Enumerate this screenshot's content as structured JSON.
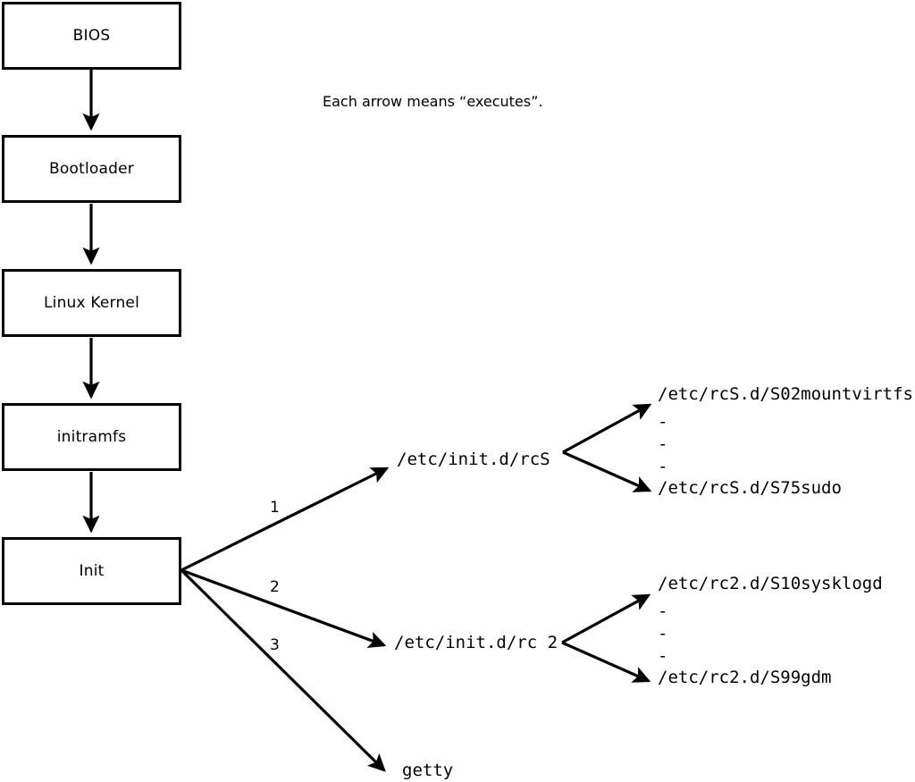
{
  "diagram": {
    "caption": "Each arrow means “executes”.",
    "boot_stages": [
      {
        "label": "BIOS"
      },
      {
        "label": "Bootloader"
      },
      {
        "label": "Linux Kernel"
      },
      {
        "label": "initramfs"
      },
      {
        "label": "Init"
      }
    ],
    "init_branches": [
      {
        "number": "1",
        "target": "/etc/init.d/rcS"
      },
      {
        "number": "2",
        "target": "/etc/init.d/rc 2"
      },
      {
        "number": "3",
        "target": "getty"
      }
    ],
    "rcs_scripts": {
      "first": "/etc/rcS.d/S02mountvirtfs",
      "ellipsis": [
        "-",
        "-",
        "-"
      ],
      "last": "/etc/rcS.d/S75sudo"
    },
    "rc2_scripts": {
      "first": "/etc/rc2.d/S10sysklogd",
      "ellipsis": [
        "-",
        "-",
        "-"
      ],
      "last": "/etc/rc2.d/S99gdm"
    },
    "colors": {
      "stroke": "#000000",
      "background": "#ffffff"
    }
  }
}
